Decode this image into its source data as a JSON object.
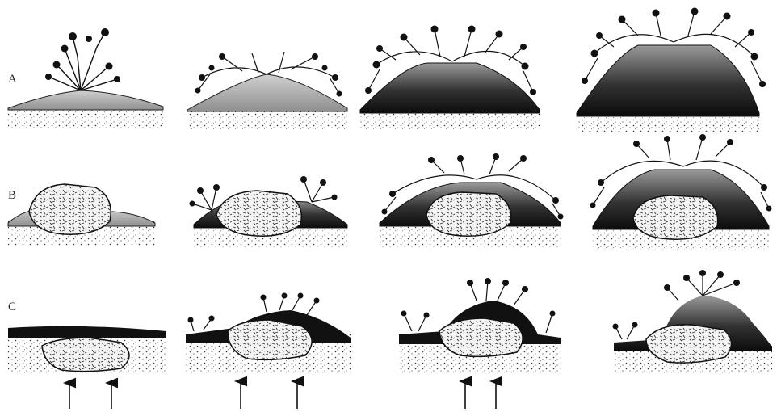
{
  "rows": [
    {
      "label": "A",
      "panels": [
        {
          "mound": "low",
          "rock": false,
          "dark": false,
          "bushes": "tall-center"
        },
        {
          "mound": "medium",
          "rock": false,
          "dark": false,
          "bushes": "canopy"
        },
        {
          "mound": "high",
          "rock": false,
          "dark": true,
          "bushes": "canopy"
        },
        {
          "mound": "very-high",
          "rock": false,
          "dark": true,
          "bushes": "canopy"
        }
      ]
    },
    {
      "label": "B",
      "panels": [
        {
          "mound": "low",
          "rock": true,
          "dark": false,
          "bushes": "none"
        },
        {
          "mound": "medium",
          "rock": true,
          "dark": true,
          "bushes": "sides"
        },
        {
          "mound": "high",
          "rock": true,
          "dark": true,
          "bushes": "canopy"
        },
        {
          "mound": "very-high",
          "rock": true,
          "dark": true,
          "bushes": "canopy"
        }
      ]
    },
    {
      "label": "C",
      "panels": [
        {
          "mound": "flat",
          "rock": true,
          "dark": true,
          "bushes": "none",
          "uplift_arrows": 2
        },
        {
          "mound": "medium",
          "rock": true,
          "dark": true,
          "bushes": "top",
          "uplift_arrows": 2
        },
        {
          "mound": "high",
          "rock": true,
          "dark": true,
          "bushes": "top",
          "uplift_arrows": 2
        },
        {
          "mound": "very-high",
          "rock": true,
          "dark": true,
          "bushes": "top",
          "uplift_arrows": 0
        }
      ]
    }
  ],
  "colors": {
    "ink": "#111111",
    "sand": "#dcdcdc",
    "mound_light": "#a9a9a9",
    "mound_dark": "#1a1a1a"
  }
}
